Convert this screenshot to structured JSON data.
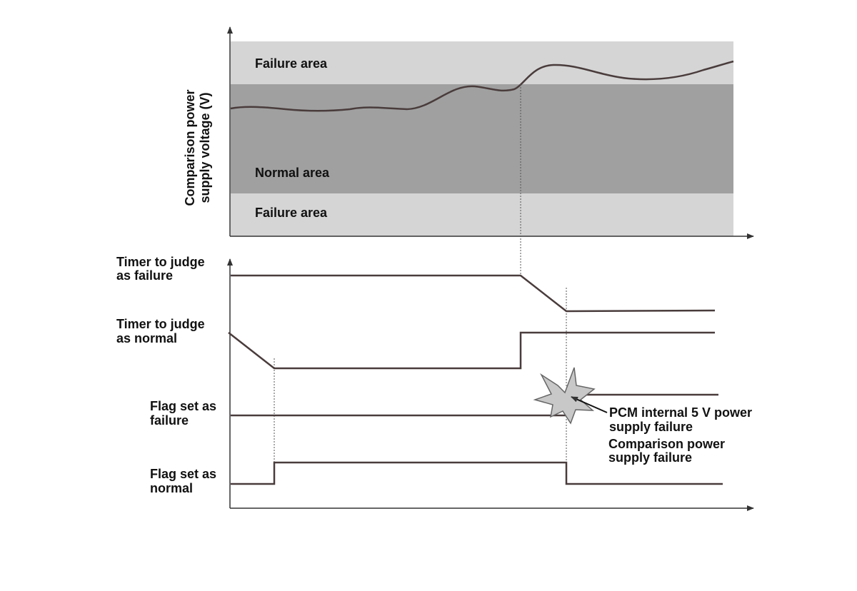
{
  "colors": {
    "failure_area": "#d5d5d5",
    "normal_area": "#a0a0a0",
    "signal_line": "#4a3c3c",
    "axis": "#333333",
    "burst_fill": "#c8c8c8"
  },
  "voltage_chart": {
    "ylabel_line1": "Comparison power",
    "ylabel_line2": "supply voltage (V)",
    "areas": {
      "failure_top": "Failure area",
      "normal": "Normal area",
      "failure_bottom": "Failure area"
    }
  },
  "timing_chart": {
    "signals": [
      {
        "line1": "Timer to judge",
        "line2": "as failure"
      },
      {
        "line1": "Timer to judge",
        "line2": "as normal"
      },
      {
        "line1": "Flag set as",
        "line2": "failure"
      },
      {
        "line1": "Flag set as",
        "line2": "normal"
      }
    ],
    "annotations": {
      "pcm_line1": "PCM internal 5 V power",
      "pcm_line2": "supply failure",
      "comp_line1": "Comparison power",
      "comp_line2": "supply failure"
    },
    "icons": {
      "burst": "starburst-icon"
    }
  }
}
